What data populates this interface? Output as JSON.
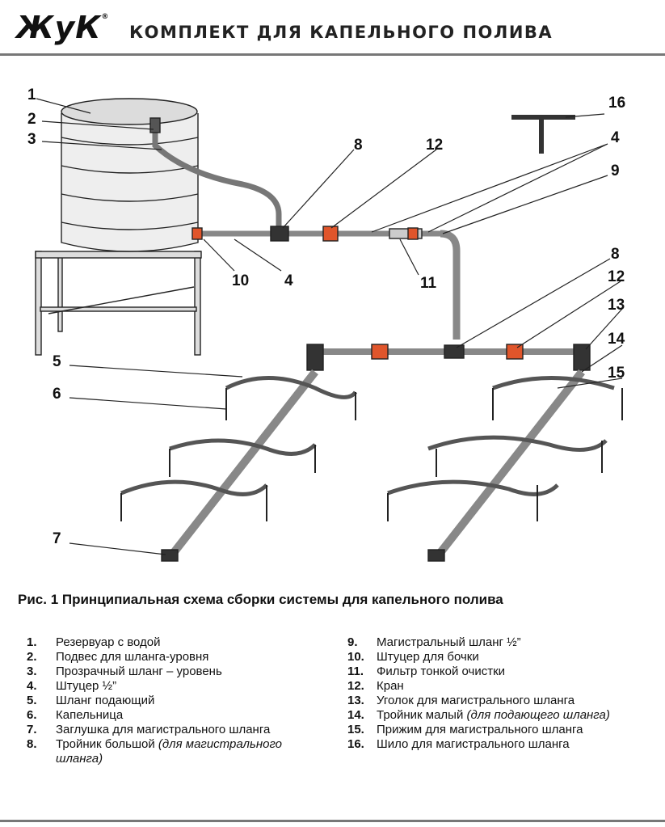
{
  "header": {
    "logo_text": "ЖуК",
    "logo_mark": "®",
    "title": "КОМПЛЕКТ ДЛЯ КАПЕЛЬНОГО ПОЛИВА"
  },
  "figure": {
    "callouts": {
      "c1": "1",
      "c2": "2",
      "c3": "3",
      "c4a": "4",
      "c4b": "4",
      "c5": "5",
      "c6": "6",
      "c7": "7",
      "c8a": "8",
      "c8b": "8",
      "c9": "9",
      "c10": "10",
      "c11": "11",
      "c12a": "12",
      "c12b": "12",
      "c13": "13",
      "c14": "14",
      "c15": "15",
      "c16": "16"
    },
    "colors": {
      "line": "#222222",
      "hose": "#8a8a8a",
      "valve": "#e0552b",
      "fitting": "#2b2b2b"
    }
  },
  "caption": "Рис. 1 Принципиальная схема сборки системы для капельного полива",
  "legend": {
    "left": [
      {
        "num": "1.",
        "text": "Резервуар с водой"
      },
      {
        "num": "2.",
        "text": "Подвес для шланга-уровня"
      },
      {
        "num": "3.",
        "text": "Прозрачный шланг – уровень"
      },
      {
        "num": "4.",
        "text": "Штуцер ½”"
      },
      {
        "num": "5.",
        "text": "Шланг подающий"
      },
      {
        "num": "6.",
        "text": "Капельница"
      },
      {
        "num": "7.",
        "text": "Заглушка для магистрального шланга"
      },
      {
        "num": "8.",
        "text": "Тройник большой",
        "note": "(для магистрального шланга)"
      }
    ],
    "right": [
      {
        "num": "9.",
        "text": "Магистральный шланг ½”"
      },
      {
        "num": "10.",
        "text": "Штуцер для бочки"
      },
      {
        "num": "11.",
        "text": "Фильтр тонкой очистки"
      },
      {
        "num": "12.",
        "text": "Кран"
      },
      {
        "num": "13.",
        "text": "Уголок для магистрального шланга"
      },
      {
        "num": "14.",
        "text": "Тройник малый",
        "note": "(для подающего шланга)"
      },
      {
        "num": "15.",
        "text": "Прижим для магистрального шланга"
      },
      {
        "num": "16.",
        "text": "Шило для магистрального шланга"
      }
    ]
  }
}
